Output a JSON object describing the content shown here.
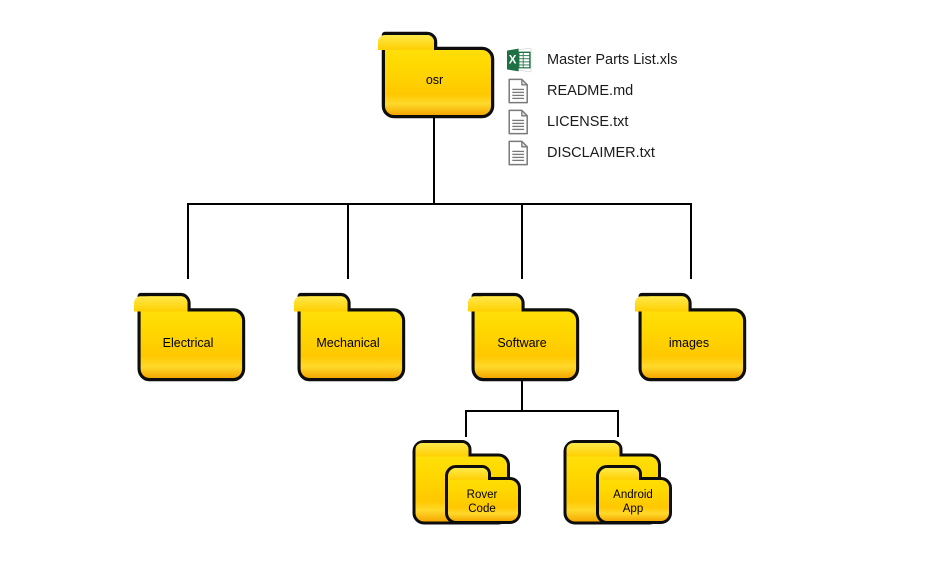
{
  "diagram": {
    "title": "osr repository folder structure",
    "background_color": "#ffffff",
    "line_color": "#000000",
    "folder_fill_top": "#ffe000",
    "folder_fill_bottom": "#ffbf00",
    "folder_stroke": "#000000",
    "label_color": "#000000"
  },
  "root": {
    "label": "osr",
    "icon": "folder-icon"
  },
  "files": [
    {
      "name": "Master Parts List.xls",
      "icon": "excel-file-icon",
      "icon_color": "#1e7145"
    },
    {
      "name": "README.md",
      "icon": "text-file-icon",
      "icon_color": "#6d6d6d"
    },
    {
      "name": "LICENSE.txt",
      "icon": "text-file-icon",
      "icon_color": "#6d6d6d"
    },
    {
      "name": "DISCLAIMER.txt",
      "icon": "text-file-icon",
      "icon_color": "#6d6d6d"
    }
  ],
  "children": [
    {
      "label": "Electrical",
      "icon": "folder-icon"
    },
    {
      "label": "Mechanical",
      "icon": "folder-icon"
    },
    {
      "label": "Software",
      "icon": "folder-icon"
    },
    {
      "label": "images",
      "icon": "folder-icon"
    }
  ],
  "grandchildren": [
    {
      "label": "Rover\nCode",
      "icon": "double-folder-icon",
      "parent": "Software"
    },
    {
      "label": "Android\nApp",
      "icon": "double-folder-icon",
      "parent": "Software"
    }
  ]
}
